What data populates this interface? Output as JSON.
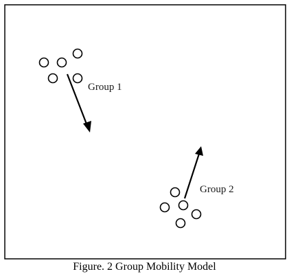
{
  "diagram": {
    "groups": [
      {
        "label": "Group 1",
        "node_count": 5,
        "direction": "down-right"
      },
      {
        "label": "Group 2",
        "node_count": 5,
        "direction": "up-right"
      }
    ]
  },
  "caption": "Figure. 2 Group Mobility Model"
}
